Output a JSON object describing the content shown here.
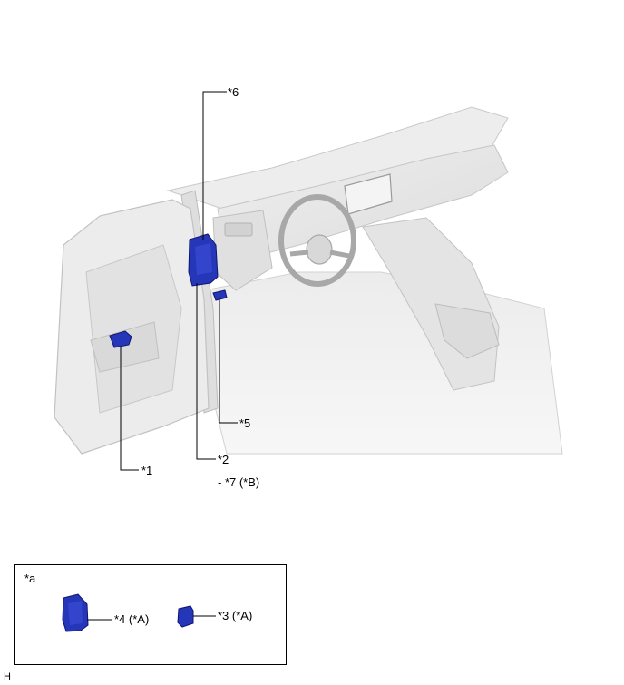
{
  "callouts": {
    "c6": "*6",
    "c5": "*5",
    "c2": "*2",
    "c7": "- *7 (*B)",
    "c1": "*1"
  },
  "legend": {
    "title": "*a",
    "item4": "*4 (*A)",
    "item3": "*3 (*A)"
  },
  "corner_mark": "H",
  "colors": {
    "component": "#2636b8",
    "component_dark": "#17208a",
    "car_body": "#e6e6e6",
    "car_line": "#c4c4c4"
  }
}
